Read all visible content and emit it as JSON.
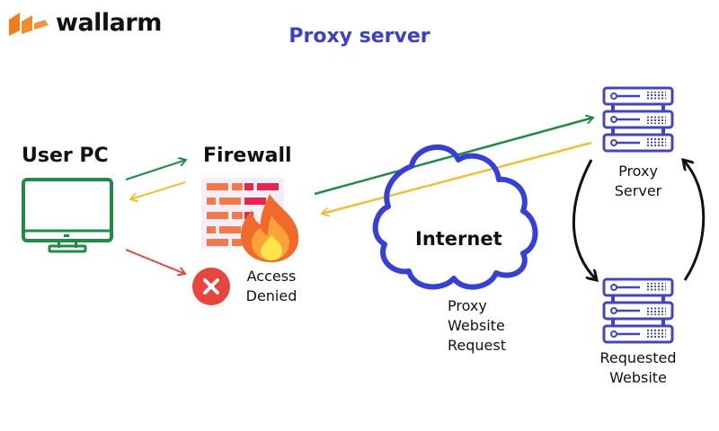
{
  "brand": {
    "name": "wallarm",
    "logo_color": "#f07f1b"
  },
  "title": "Proxy server",
  "nodes": {
    "user_pc": {
      "label": "User PC",
      "color": "#1e8c45"
    },
    "firewall": {
      "label": "Firewall"
    },
    "access_denied": {
      "line1": "Access",
      "line2": "Denied",
      "color": "#e8453c"
    },
    "internet": {
      "label": "Internet",
      "color": "#3540d8"
    },
    "proxy_server": {
      "line1": "Proxy",
      "line2": "Server",
      "color": "#4344c4"
    },
    "requested_website": {
      "line1": "Requested",
      "line2": "Website"
    }
  },
  "annotations": {
    "request_line1": "Proxy",
    "request_line2": "Website",
    "request_line3": "Request"
  },
  "arrow_colors": {
    "request": "#1e8c45",
    "response": "#f0c030",
    "blocked": "#e0463c",
    "loop": "#111111"
  }
}
